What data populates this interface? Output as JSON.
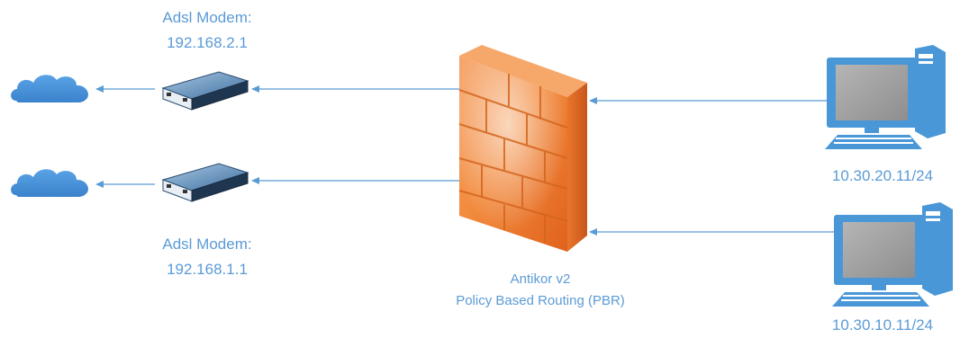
{
  "modem_top": {
    "name": "Adsl Modem:",
    "ip": "192.168.2.1"
  },
  "modem_bottom": {
    "name": "Adsl Modem:",
    "ip": "192.168.1.1"
  },
  "firewall": {
    "name": "Antikor v2",
    "subtitle": "Policy Based Routing (PBR)"
  },
  "pc_top": {
    "ip": "10.30.20.11/24"
  },
  "pc_bottom": {
    "ip": "10.30.10.11/24"
  },
  "colors": {
    "label": "#5b9bd5",
    "arrow": "#5b9bd5",
    "cloud": "#4a8fd6",
    "firewall": "#f07a2a",
    "modem": "#3c6e9c",
    "pc": "#4a97d8"
  },
  "icons": [
    "cloud-icon",
    "modem-icon",
    "firewall-icon",
    "computer-icon"
  ]
}
